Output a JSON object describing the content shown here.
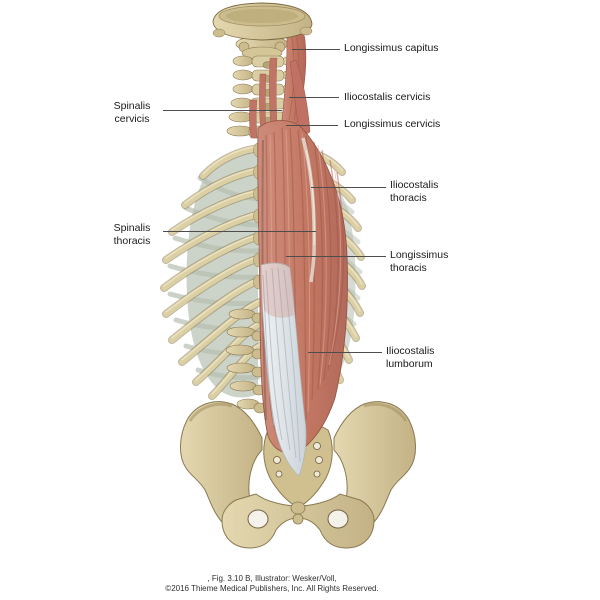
{
  "illustration": {
    "description": "Posterior view of the skeleton (skull base, cervical spine, rib cage, lumbar spine, pelvis) with deep intrinsic back muscles (erector spinae group) and their lumbar aponeurosis",
    "colors": {
      "background": "#ffffff",
      "bone": "#d9cda3",
      "bone_shadow": "#a4925f",
      "bone_outline": "#7c6b42",
      "muscle": "#c57e6f",
      "muscle_dark": "#9f5747",
      "muscle_light": "#e4ae9c",
      "tendon": "#e6eaed",
      "tendon_shadow": "#b3bcc3",
      "cartilage": "#c7cec3",
      "leader_line": "#4d4d4d",
      "label_text": "#1a1a1a"
    }
  },
  "labels": {
    "longissimus_capitus": "Longissimus capitus",
    "iliocostalis_cervicis": "Iliocostalis cervicis",
    "longissimus_cervicis": "Longissimus cervicis",
    "iliocostalis_thoracis": "Iliocostalis thoracis",
    "longissimus_thoracis": "Longissimus thoracis",
    "iliocostalis_lumborum": "Iliocostalis lumborum",
    "spinalis_cervicis": "Spinalis cervicis",
    "spinalis_thoracis": "Spinalis thoracis"
  },
  "caption": {
    "line1": ", Fig. 3.10 B, Illustrator: Wesker/Voll,",
    "line2": "©2016 Thieme Medical Publishers, Inc. All Rights Reserved."
  }
}
